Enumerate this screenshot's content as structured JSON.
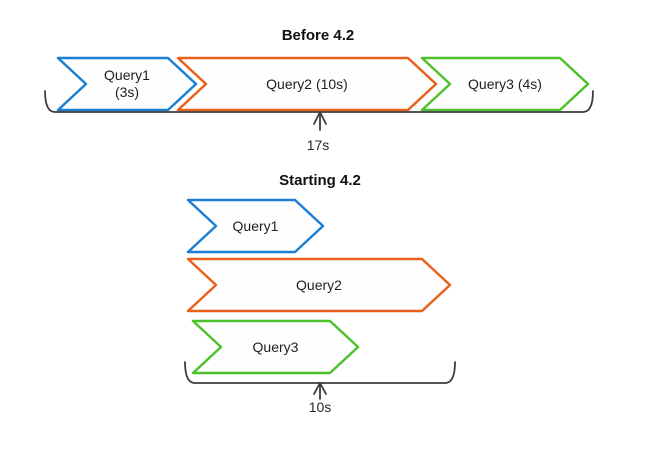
{
  "colors": {
    "query1_blue": "#1d7fd4",
    "query2_orange": "#e8601c",
    "query3_green": "#4fc12e",
    "brace_gray": "#3d3d3d"
  },
  "sections": {
    "before": {
      "title": "Before 4.2",
      "arrows": [
        {
          "label": "Query1",
          "sublabel": "(3s)"
        },
        {
          "label": "Query2 (10s)"
        },
        {
          "label": "Query3 (4s)"
        }
      ],
      "total": "17s"
    },
    "starting": {
      "title": "Starting 4.2",
      "arrows": [
        {
          "label": "Query1"
        },
        {
          "label": "Query2"
        },
        {
          "label": "Query3"
        }
      ],
      "total": "10s"
    }
  }
}
